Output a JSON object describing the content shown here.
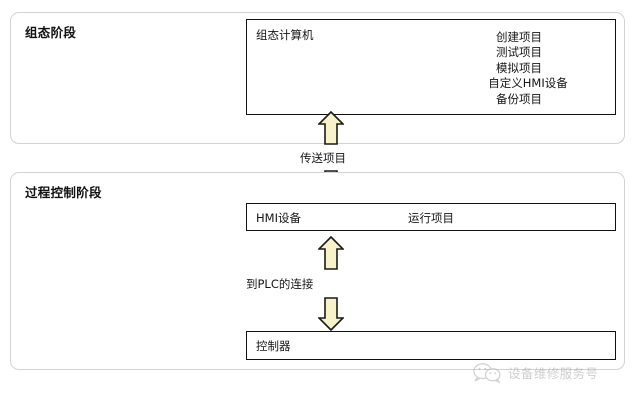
{
  "diagram": {
    "type": "flow-diagram",
    "background": "#ffffff",
    "phases": [
      {
        "id": "configuration",
        "title": "组态阶段",
        "node": {
          "name": "组态计算机",
          "tasks": [
            {
              "label": "创建项目",
              "indented": false
            },
            {
              "label": "测试项目",
              "indented": false
            },
            {
              "label": "模拟项目",
              "indented": false
            },
            {
              "label": "自定义HMI设备",
              "indented": true
            },
            {
              "label": "备份项目",
              "indented": false
            }
          ]
        }
      },
      {
        "id": "process-control",
        "title": "过程控制阶段",
        "nodes": [
          {
            "name": "HMI设备",
            "center_label": "运行项目"
          },
          {
            "name": "控制器",
            "center_label": ""
          }
        ]
      }
    ],
    "connectors": [
      {
        "id": "transfer",
        "label": "传送项目",
        "directions": [
          "up",
          "down"
        ]
      },
      {
        "id": "plc-connection",
        "label": "到PLC的连接",
        "directions": [
          "up",
          "down"
        ]
      }
    ],
    "colors": {
      "arrow_fill": "#F7F2C8",
      "arrow_stroke": "#1a1a1a",
      "panel_border": "#d3d3d3",
      "box_border": "#111111",
      "text": "#161616"
    }
  },
  "watermark": {
    "icon": "wechat-icon",
    "text": "设备维修服务号"
  }
}
